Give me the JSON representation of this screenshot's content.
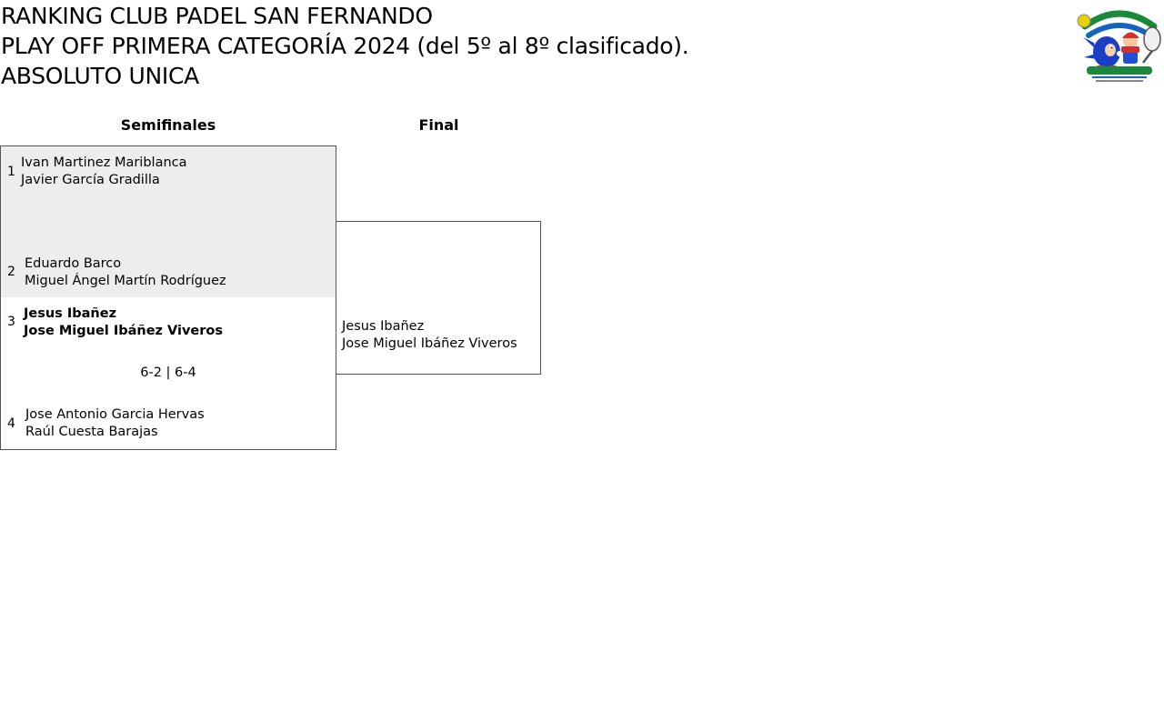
{
  "header": {
    "title_line1": "RANKING CLUB PADEL SAN FERNANDO",
    "title_line2": "PLAY OFF PRIMERA CATEGORÍA 2024 (del 5º al 8º clasificado).",
    "title_line3": "ABSOLUTO UNICA",
    "logo_icon": "club-logo-icon"
  },
  "rounds": {
    "semis": "Semifinales",
    "final": "Final"
  },
  "semifinal_1": {
    "team_a": {
      "seed": "1",
      "player1": "Ivan Martinez Mariblanca",
      "player2": "Javier García Gradilla"
    },
    "team_b": {
      "seed": "2",
      "player1": "Eduardo Barco",
      "player2": "Miguel Ángel Martín Rodríguez"
    },
    "score": ""
  },
  "semifinal_2": {
    "team_a": {
      "seed": "3",
      "player1": "Jesus Ibañez",
      "player2": "Jose Miguel Ibáñez Viveros"
    },
    "team_b": {
      "seed": "4",
      "player1": "Jose Antonio Garcia Hervas",
      "player2": "Raúl Cuesta Barajas"
    },
    "score": "6-2 | 6-4"
  },
  "final": {
    "team_a": {
      "player1": "",
      "player2": ""
    },
    "team_b": {
      "player1": "Jesus Ibañez",
      "player2": "Jose Miguel Ibáñez Viveros"
    }
  },
  "colors": {
    "match_highlight_bg": "#ededed",
    "border": "#555555"
  }
}
